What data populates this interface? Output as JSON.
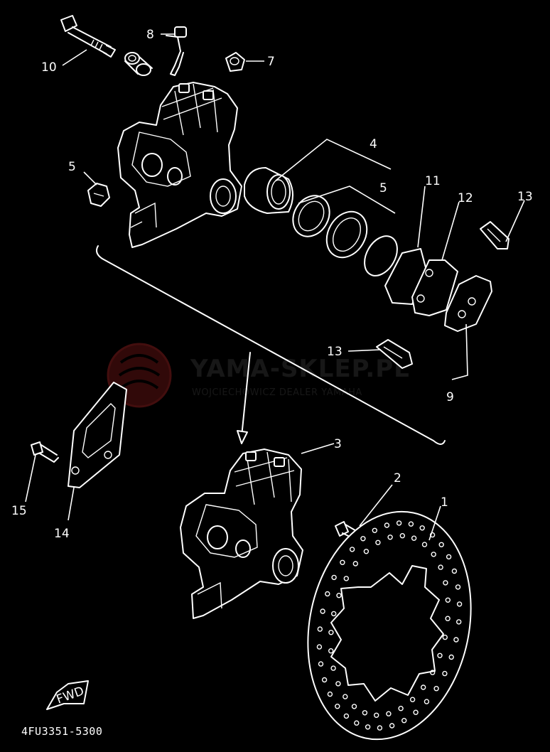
{
  "diagram": {
    "callouts": [
      "1",
      "2",
      "3",
      "4",
      "5",
      "5",
      "7",
      "8",
      "9",
      "10",
      "11",
      "12",
      "13",
      "13",
      "14",
      "15"
    ],
    "drawing_code": "4FU3351-5300",
    "fwd_badge": "FWD"
  },
  "watermark": {
    "title": "YAMA-SKLEP.PL",
    "subtitle": "WOJCIECHOWICZ DEALER YAMAHA",
    "color": "#b52a2a"
  },
  "colors": {
    "background": "#000000",
    "line": "#ffffff"
  }
}
